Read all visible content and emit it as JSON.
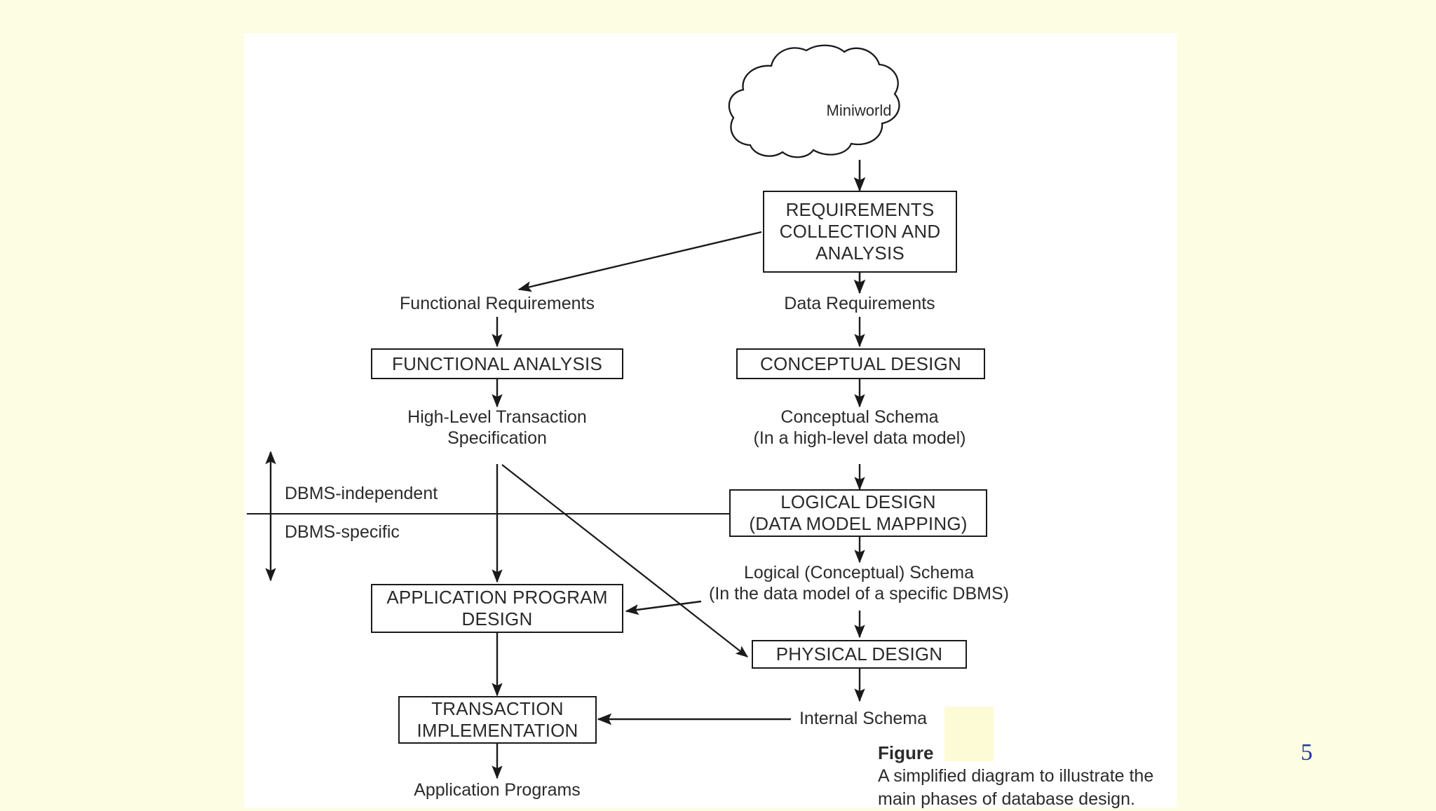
{
  "slide": {
    "background_color": "#fdfde3",
    "canvas_color": "#ffffff",
    "page_number": "5"
  },
  "caption": {
    "figure_word": "Figure",
    "line1": "A simplified diagram to illustrate the",
    "line2": "main phases of database design."
  },
  "chart_data": {
    "type": "diagram",
    "title": "A simplified diagram to illustrate the main phases of database design.",
    "nodes": [
      {
        "id": "miniworld",
        "label": "Miniworld",
        "shape": "cloud"
      },
      {
        "id": "requirements",
        "label": "REQUIREMENTS COLLECTION AND ANALYSIS",
        "shape": "box"
      },
      {
        "id": "functional-analysis",
        "label": "FUNCTIONAL ANALYSIS",
        "shape": "box"
      },
      {
        "id": "conceptual-design",
        "label": "CONCEPTUAL DESIGN",
        "shape": "box"
      },
      {
        "id": "logical-design",
        "label": "LOGICAL DESIGN (DATA MODEL MAPPING)",
        "shape": "box"
      },
      {
        "id": "application-program-design",
        "label": "APPLICATION PROGRAM DESIGN",
        "shape": "box"
      },
      {
        "id": "physical-design",
        "label": "PHYSICAL DESIGN",
        "shape": "box"
      },
      {
        "id": "transaction-implementation",
        "label": "TRANSACTION IMPLEMENTATION",
        "shape": "box"
      }
    ],
    "edge_labels": [
      "Functional Requirements",
      "Data Requirements",
      "High-Level Transaction Specification",
      "Conceptual Schema (In a high-level data model)",
      "Logical (Conceptual) Schema (In the data model of a specific DBMS)",
      "Internal Schema",
      "Application Programs"
    ],
    "divider_labels": [
      "DBMS-independent",
      "DBMS-specific"
    ]
  },
  "diagram": {
    "cloud": {
      "label": "Miniworld"
    },
    "boxes": {
      "requirements": {
        "line1": "REQUIREMENTS",
        "line2": "COLLECTION AND",
        "line3": "ANALYSIS"
      },
      "functional_analysis": {
        "line1": "FUNCTIONAL ANALYSIS"
      },
      "conceptual_design": {
        "line1": "CONCEPTUAL DESIGN"
      },
      "logical_design": {
        "line1": "LOGICAL DESIGN",
        "line2": "(DATA MODEL MAPPING)"
      },
      "application_program_design": {
        "line1": "APPLICATION PROGRAM",
        "line2": "DESIGN"
      },
      "physical_design": {
        "line1": "PHYSICAL DESIGN"
      },
      "transaction_implementation": {
        "line1": "TRANSACTION",
        "line2": "IMPLEMENTATION"
      }
    },
    "labels": {
      "functional_requirements": "Functional Requirements",
      "data_requirements": "Data Requirements",
      "high_level_transaction_1": "High-Level Transaction",
      "high_level_transaction_2": "Specification",
      "conceptual_schema_1": "Conceptual Schema",
      "conceptual_schema_2": "(In a high-level data model)",
      "logical_schema_1": "Logical (Conceptual) Schema",
      "logical_schema_2": "(In the data model of a specific DBMS)",
      "internal_schema": "Internal Schema",
      "application_programs": "Application Programs",
      "dbms_independent": "DBMS-independent",
      "dbms_specific": "DBMS-specific"
    }
  }
}
